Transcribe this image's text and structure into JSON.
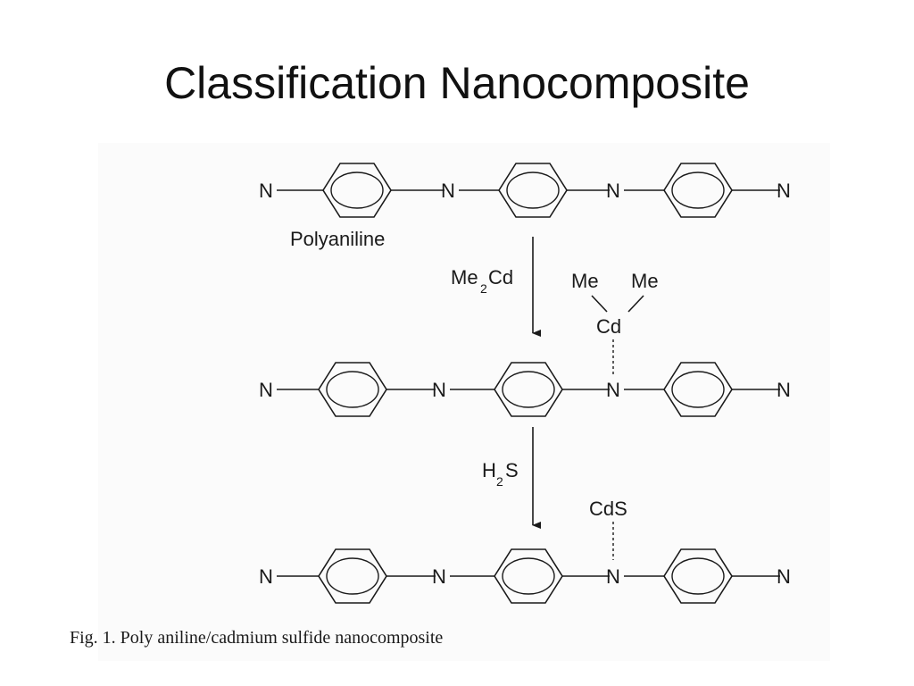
{
  "slide": {
    "title": "Classification Nanocomposite"
  },
  "scheme": {
    "n_label": "N",
    "polymer_label": "Polyaniline",
    "step1": {
      "reagent_main": "Me",
      "reagent_sub": "2",
      "reagent_tail": "Cd"
    },
    "adduct": {
      "me_left": "Me",
      "me_right": "Me",
      "metal": "Cd"
    },
    "step2": {
      "reagent_main": "H",
      "reagent_sub": "2",
      "reagent_tail": "S"
    },
    "product": {
      "label": "CdS"
    }
  },
  "caption": "Fig. 1. Poly aniline/cadmium sulfide nanocomposite"
}
